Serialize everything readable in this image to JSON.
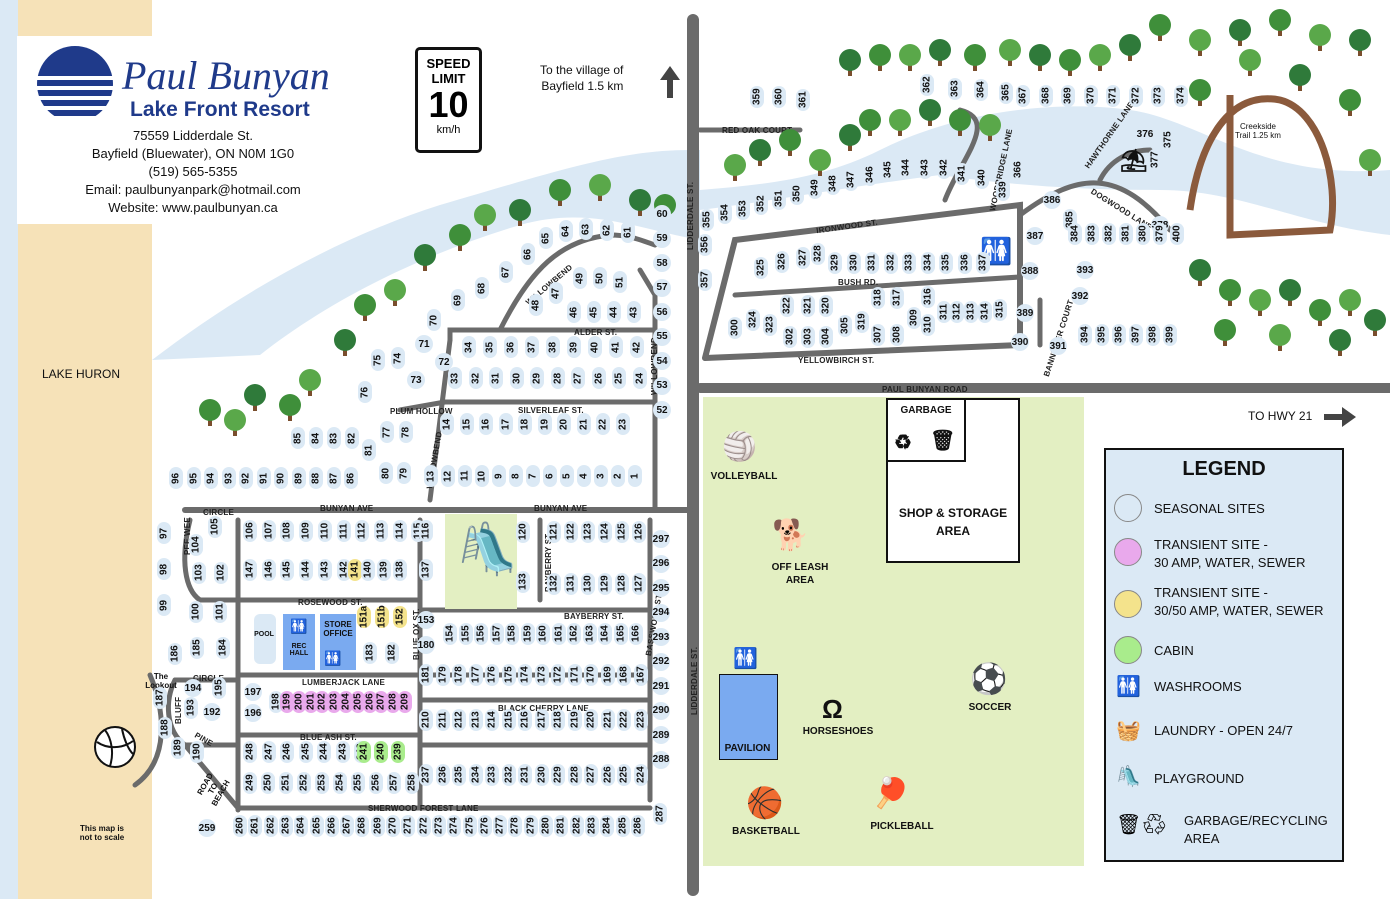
{
  "header": {
    "title": "Paul Bunyan",
    "subtitle": "Lake Front Resort",
    "address_line1": "75559 Lidderdale St.",
    "address_line2": "Bayfield (Bluewater), ON   N0M 1G0",
    "phone": "(519) 565-5355",
    "email": "Email: paulbunyanpark@hotmail.com",
    "website": "Website: www.paulbunyan.ca"
  },
  "speed_sign": {
    "line1": "SPEED",
    "line2": "LIMIT",
    "value": "10",
    "unit": "km/h"
  },
  "notes": {
    "village": "To the village of\nBayfield 1.5 km",
    "hwy": "TO HWY 21",
    "lake": "LAKE HURON",
    "scale": "This map is\nnot to scale",
    "creekside": "Creekside\nTrail 1.25 km",
    "lookout": "The\nLookout",
    "road_to_beach": "ROAD TO\nBEACH"
  },
  "roads": {
    "lidderdale_north": "LIDDERDALE ST.",
    "lidderdale_south": "LIDDERDALE ST.",
    "paul_bunyan": "PAUL BUNYAN ROAD",
    "red_oak": "RED OAK COURT",
    "ironwood": "IRONWOOD ST.",
    "bush": "BUSH RD.",
    "yellowbirch": "YELLOWBIRCH ST.",
    "woodbridge": "WOODBRIDGE LANE",
    "hawthorne": "HAWTHORNE LANE",
    "dogwood": "DOGWOOD LANE",
    "bannister": "BANNISTER COURT",
    "willowbend_n": "WILLOWBEND",
    "willowbend_mid": "WILLOWBEND",
    "willowbend_e": "WILLOWBEND",
    "alder": "ALDER ST.",
    "silverleaf": "SILVERLEAF ST.",
    "plum_hollow": "PLUM HOLLOW",
    "bunyan_ave_w": "BUNYAN AVE",
    "bunyan_ave_e": "BUNYAN AVE",
    "circle_top": "CIRCLE",
    "circle_bottom": "CIRCLE",
    "pee_wee": "PEE WEE",
    "rosewood": "ROSEWOOD ST.",
    "bayberry_v": "BAYBERRY ST.",
    "bayberry_h": "BAYBERRY ST.",
    "basswood": "BASSWOOD ST.",
    "blue_ox": "BLUE OX ST.",
    "lumberjack": "LUMBERJACK LANE",
    "black_cherry": "BLACK CHERRY LANE",
    "blue_ash": "BLUE ASH ST.",
    "sherwood": "SHERWOOD FOREST LANE",
    "bluff": "BLUFF",
    "pine": "PINE"
  },
  "amenities": {
    "pool": "POOL",
    "rec_hall": "REC\nHALL",
    "store": "STORE\nOFFICE",
    "garbage": "GARBAGE",
    "shop": "SHOP & STORAGE\nAREA",
    "volleyball": "VOLLEYBALL",
    "off_leash": "OFF LEASH\nAREA",
    "pavilion": "PAVILION",
    "horseshoes": "HORSESHOES",
    "soccer": "SOCCER",
    "basketball": "BASKETBALL",
    "pickleball": "PICKLEBALL"
  },
  "legend": {
    "title": "LEGEND",
    "items": [
      {
        "label": "SEASONAL SITES",
        "color": "#dbe9f5"
      },
      {
        "label": "TRANSIENT SITE -\n30 AMP, WATER, SEWER",
        "color": "#e9a9ec"
      },
      {
        "label": "TRANSIENT SITE -\n30/50 AMP, WATER, SEWER",
        "color": "#f4e38c"
      },
      {
        "label": "CABIN",
        "color": "#a9ec8c"
      },
      {
        "label": "WASHROOMS",
        "icon": "washroom-icon"
      },
      {
        "label": "LAUNDRY - OPEN 24/7",
        "icon": "laundry-icon"
      },
      {
        "label": "PLAYGROUND",
        "icon": "playground-icon"
      },
      {
        "label": "GARBAGE/RECYCLING\nAREA",
        "icon": "garbage-recycling-icon"
      }
    ]
  },
  "colors": {
    "brand": "#1f3a8a",
    "road": "#6b6b6b",
    "beach": "#f6e2b8",
    "lake": "#dbe9f5",
    "park_green": "#e3efc2",
    "seasonal": "#dbe9f5",
    "transient_30": "#e9a9ec",
    "transient_50": "#f4e38c",
    "cabin": "#a9ec8c",
    "pavilion": "#7aaaf0"
  },
  "sites": [
    {
      "n": "60"
    },
    {
      "n": "59"
    },
    {
      "n": "58"
    },
    {
      "n": "57"
    },
    {
      "n": "56"
    },
    {
      "n": "55"
    },
    {
      "n": "54"
    },
    {
      "n": "53"
    },
    {
      "n": "52"
    },
    {
      "n": "61"
    },
    {
      "n": "62"
    },
    {
      "n": "63"
    },
    {
      "n": "64"
    },
    {
      "n": "65"
    },
    {
      "n": "66"
    },
    {
      "n": "67"
    },
    {
      "n": "68"
    },
    {
      "n": "69"
    },
    {
      "n": "70"
    },
    {
      "n": "71"
    },
    {
      "n": "51"
    },
    {
      "n": "50"
    },
    {
      "n": "49"
    },
    {
      "n": "48"
    },
    {
      "n": "47"
    },
    {
      "n": "46"
    },
    {
      "n": "45"
    },
    {
      "n": "44"
    },
    {
      "n": "43"
    },
    {
      "n": "34"
    },
    {
      "n": "35"
    },
    {
      "n": "36"
    },
    {
      "n": "37"
    },
    {
      "n": "38"
    },
    {
      "n": "39"
    },
    {
      "n": "40"
    },
    {
      "n": "41"
    },
    {
      "n": "42"
    },
    {
      "n": "33"
    },
    {
      "n": "32"
    },
    {
      "n": "31"
    },
    {
      "n": "30"
    },
    {
      "n": "29"
    },
    {
      "n": "28"
    },
    {
      "n": "27"
    },
    {
      "n": "26"
    },
    {
      "n": "25"
    },
    {
      "n": "24"
    },
    {
      "n": "14"
    },
    {
      "n": "15"
    },
    {
      "n": "16"
    },
    {
      "n": "17"
    },
    {
      "n": "18"
    },
    {
      "n": "19"
    },
    {
      "n": "20"
    },
    {
      "n": "21"
    },
    {
      "n": "22"
    },
    {
      "n": "23"
    },
    {
      "n": "13"
    },
    {
      "n": "12"
    },
    {
      "n": "11"
    },
    {
      "n": "10"
    },
    {
      "n": "9"
    },
    {
      "n": "8"
    },
    {
      "n": "7"
    },
    {
      "n": "6"
    },
    {
      "n": "5"
    },
    {
      "n": "4"
    },
    {
      "n": "3"
    },
    {
      "n": "2"
    },
    {
      "n": "1"
    },
    {
      "n": "75"
    },
    {
      "n": "74"
    },
    {
      "n": "73"
    },
    {
      "n": "72"
    },
    {
      "n": "76"
    },
    {
      "n": "77"
    },
    {
      "n": "78"
    },
    {
      "n": "79"
    },
    {
      "n": "80"
    },
    {
      "n": "81"
    },
    {
      "n": "85"
    },
    {
      "n": "84"
    },
    {
      "n": "83"
    },
    {
      "n": "82"
    },
    {
      "n": "86"
    },
    {
      "n": "87"
    },
    {
      "n": "88"
    },
    {
      "n": "89"
    },
    {
      "n": "90"
    },
    {
      "n": "91"
    },
    {
      "n": "92"
    },
    {
      "n": "93"
    },
    {
      "n": "94"
    },
    {
      "n": "95"
    },
    {
      "n": "96"
    },
    {
      "n": "97"
    },
    {
      "n": "98"
    },
    {
      "n": "99"
    },
    {
      "n": "100"
    },
    {
      "n": "101"
    },
    {
      "n": "102"
    },
    {
      "n": "103"
    },
    {
      "n": "104"
    },
    {
      "n": "105"
    },
    {
      "n": "106"
    },
    {
      "n": "107"
    },
    {
      "n": "108"
    },
    {
      "n": "109"
    },
    {
      "n": "110"
    },
    {
      "n": "111"
    },
    {
      "n": "112"
    },
    {
      "n": "113"
    },
    {
      "n": "114"
    },
    {
      "n": "115"
    },
    {
      "n": "116"
    },
    {
      "n": "147"
    },
    {
      "n": "146"
    },
    {
      "n": "145"
    },
    {
      "n": "144"
    },
    {
      "n": "143"
    },
    {
      "n": "142"
    },
    {
      "n": "141",
      "t": "t50"
    },
    {
      "n": "140"
    },
    {
      "n": "139"
    },
    {
      "n": "138"
    },
    {
      "n": "137"
    },
    {
      "n": "120"
    },
    {
      "n": "121"
    },
    {
      "n": "122"
    },
    {
      "n": "123"
    },
    {
      "n": "124"
    },
    {
      "n": "125"
    },
    {
      "n": "126"
    },
    {
      "n": "133"
    },
    {
      "n": "132"
    },
    {
      "n": "131"
    },
    {
      "n": "130"
    },
    {
      "n": "129"
    },
    {
      "n": "128"
    },
    {
      "n": "127"
    },
    {
      "n": "151a",
      "t": "t50"
    },
    {
      "n": "151b",
      "t": "t50"
    },
    {
      "n": "152",
      "t": "t50"
    },
    {
      "n": "153"
    },
    {
      "n": "154"
    },
    {
      "n": "155"
    },
    {
      "n": "156"
    },
    {
      "n": "157"
    },
    {
      "n": "158"
    },
    {
      "n": "159"
    },
    {
      "n": "160"
    },
    {
      "n": "161"
    },
    {
      "n": "162"
    },
    {
      "n": "163"
    },
    {
      "n": "164"
    },
    {
      "n": "165"
    },
    {
      "n": "166"
    },
    {
      "n": "183"
    },
    {
      "n": "182"
    },
    {
      "n": "180"
    },
    {
      "n": "181"
    },
    {
      "n": "179"
    },
    {
      "n": "178"
    },
    {
      "n": "177"
    },
    {
      "n": "176"
    },
    {
      "n": "175"
    },
    {
      "n": "174"
    },
    {
      "n": "173"
    },
    {
      "n": "172"
    },
    {
      "n": "171"
    },
    {
      "n": "170"
    },
    {
      "n": "169"
    },
    {
      "n": "168"
    },
    {
      "n": "167"
    },
    {
      "n": "186"
    },
    {
      "n": "185"
    },
    {
      "n": "184"
    },
    {
      "n": "194"
    },
    {
      "n": "195"
    },
    {
      "n": "193"
    },
    {
      "n": "192"
    },
    {
      "n": "187"
    },
    {
      "n": "188"
    },
    {
      "n": "189"
    },
    {
      "n": "190"
    },
    {
      "n": "197"
    },
    {
      "n": "196"
    },
    {
      "n": "198"
    },
    {
      "n": "199",
      "t": "t30"
    },
    {
      "n": "200",
      "t": "t30"
    },
    {
      "n": "201",
      "t": "t30"
    },
    {
      "n": "202",
      "t": "t30"
    },
    {
      "n": "203",
      "t": "t30"
    },
    {
      "n": "204",
      "t": "t30"
    },
    {
      "n": "205",
      "t": "t30"
    },
    {
      "n": "206",
      "t": "t30"
    },
    {
      "n": "207",
      "t": "t30"
    },
    {
      "n": "208",
      "t": "t30"
    },
    {
      "n": "209",
      "t": "t30"
    },
    {
      "n": "210"
    },
    {
      "n": "211"
    },
    {
      "n": "212"
    },
    {
      "n": "213"
    },
    {
      "n": "214"
    },
    {
      "n": "215"
    },
    {
      "n": "216"
    },
    {
      "n": "217"
    },
    {
      "n": "218"
    },
    {
      "n": "219"
    },
    {
      "n": "220"
    },
    {
      "n": "221"
    },
    {
      "n": "222"
    },
    {
      "n": "223"
    },
    {
      "n": "248"
    },
    {
      "n": "247"
    },
    {
      "n": "246"
    },
    {
      "n": "245"
    },
    {
      "n": "244"
    },
    {
      "n": "243"
    },
    {
      "n": "242"
    },
    {
      "n": "241",
      "t": "cabin"
    },
    {
      "n": "240",
      "t": "cabin"
    },
    {
      "n": "239",
      "t": "cabin"
    },
    {
      "n": "249"
    },
    {
      "n": "250"
    },
    {
      "n": "251"
    },
    {
      "n": "252"
    },
    {
      "n": "253"
    },
    {
      "n": "254"
    },
    {
      "n": "255"
    },
    {
      "n": "256"
    },
    {
      "n": "257"
    },
    {
      "n": "258"
    },
    {
      "n": "237"
    },
    {
      "n": "236"
    },
    {
      "n": "235"
    },
    {
      "n": "234"
    },
    {
      "n": "233"
    },
    {
      "n": "232"
    },
    {
      "n": "231"
    },
    {
      "n": "230"
    },
    {
      "n": "229"
    },
    {
      "n": "228"
    },
    {
      "n": "227"
    },
    {
      "n": "226"
    },
    {
      "n": "225"
    },
    {
      "n": "224"
    },
    {
      "n": "259"
    },
    {
      "n": "260"
    },
    {
      "n": "261"
    },
    {
      "n": "262"
    },
    {
      "n": "263"
    },
    {
      "n": "264"
    },
    {
      "n": "265"
    },
    {
      "n": "266"
    },
    {
      "n": "267"
    },
    {
      "n": "268"
    },
    {
      "n": "269"
    },
    {
      "n": "270"
    },
    {
      "n": "271"
    },
    {
      "n": "272"
    },
    {
      "n": "273"
    },
    {
      "n": "274"
    },
    {
      "n": "275"
    },
    {
      "n": "276"
    },
    {
      "n": "277"
    },
    {
      "n": "278"
    },
    {
      "n": "279"
    },
    {
      "n": "280"
    },
    {
      "n": "281"
    },
    {
      "n": "282"
    },
    {
      "n": "283"
    },
    {
      "n": "284"
    },
    {
      "n": "285"
    },
    {
      "n": "286"
    },
    {
      "n": "297"
    },
    {
      "n": "296"
    },
    {
      "n": "295"
    },
    {
      "n": "294"
    },
    {
      "n": "293"
    },
    {
      "n": "292"
    },
    {
      "n": "291"
    },
    {
      "n": "290"
    },
    {
      "n": "289"
    },
    {
      "n": "288"
    },
    {
      "n": "287"
    },
    {
      "n": "359"
    },
    {
      "n": "360"
    },
    {
      "n": "361"
    },
    {
      "n": "362"
    },
    {
      "n": "363"
    },
    {
      "n": "364"
    },
    {
      "n": "365"
    },
    {
      "n": "367"
    },
    {
      "n": "368"
    },
    {
      "n": "369"
    },
    {
      "n": "370"
    },
    {
      "n": "371"
    },
    {
      "n": "372"
    },
    {
      "n": "373"
    },
    {
      "n": "374"
    },
    {
      "n": "376"
    },
    {
      "n": "375"
    },
    {
      "n": "377"
    },
    {
      "n": "378"
    },
    {
      "n": "355"
    },
    {
      "n": "354"
    },
    {
      "n": "353"
    },
    {
      "n": "352"
    },
    {
      "n": "351"
    },
    {
      "n": "350"
    },
    {
      "n": "349"
    },
    {
      "n": "348"
    },
    {
      "n": "347"
    },
    {
      "n": "346"
    },
    {
      "n": "345"
    },
    {
      "n": "344"
    },
    {
      "n": "343"
    },
    {
      "n": "342"
    },
    {
      "n": "341"
    },
    {
      "n": "340"
    },
    {
      "n": "339"
    },
    {
      "n": "366"
    },
    {
      "n": "356"
    },
    {
      "n": "357"
    },
    {
      "n": "325"
    },
    {
      "n": "326"
    },
    {
      "n": "327"
    },
    {
      "n": "328"
    },
    {
      "n": "329"
    },
    {
      "n": "330"
    },
    {
      "n": "331"
    },
    {
      "n": "332"
    },
    {
      "n": "333"
    },
    {
      "n": "334"
    },
    {
      "n": "335"
    },
    {
      "n": "336"
    },
    {
      "n": "337"
    },
    {
      "n": "386"
    },
    {
      "n": "387"
    },
    {
      "n": "385"
    },
    {
      "n": "384"
    },
    {
      "n": "383"
    },
    {
      "n": "382"
    },
    {
      "n": "381"
    },
    {
      "n": "380"
    },
    {
      "n": "379"
    },
    {
      "n": "400"
    },
    {
      "n": "388"
    },
    {
      "n": "393"
    },
    {
      "n": "392"
    },
    {
      "n": "389"
    },
    {
      "n": "390"
    },
    {
      "n": "391"
    },
    {
      "n": "394"
    },
    {
      "n": "395"
    },
    {
      "n": "396"
    },
    {
      "n": "397"
    },
    {
      "n": "398"
    },
    {
      "n": "399"
    },
    {
      "n": "300"
    },
    {
      "n": "324"
    },
    {
      "n": "323"
    },
    {
      "n": "322"
    },
    {
      "n": "302"
    },
    {
      "n": "321"
    },
    {
      "n": "303"
    },
    {
      "n": "320"
    },
    {
      "n": "304"
    },
    {
      "n": "305"
    },
    {
      "n": "319"
    },
    {
      "n": "307"
    },
    {
      "n": "318"
    },
    {
      "n": "317"
    },
    {
      "n": "308"
    },
    {
      "n": "309"
    },
    {
      "n": "316"
    },
    {
      "n": "310"
    },
    {
      "n": "311"
    },
    {
      "n": "312"
    },
    {
      "n": "313"
    },
    {
      "n": "314"
    },
    {
      "n": "315"
    }
  ]
}
